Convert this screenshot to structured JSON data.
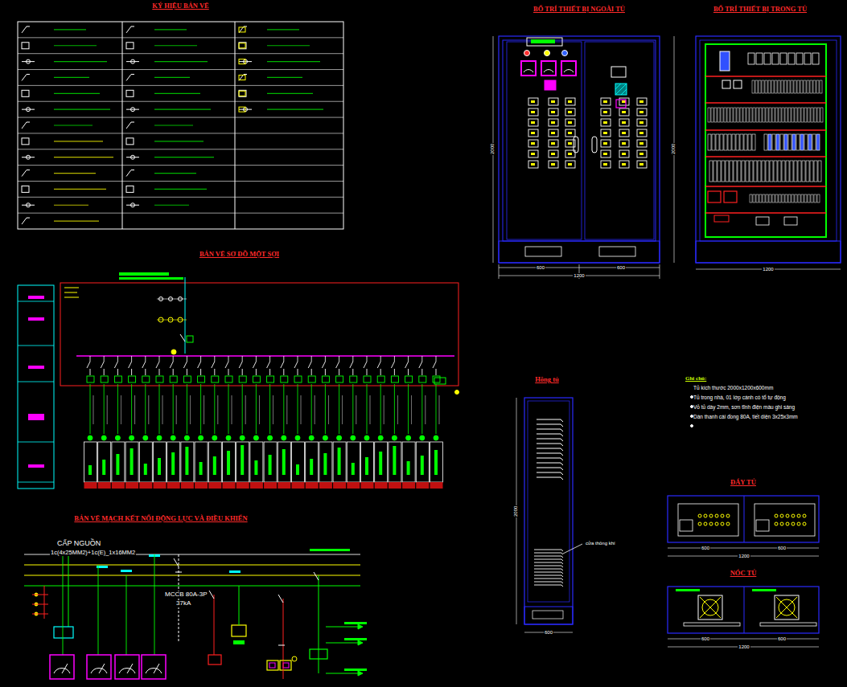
{
  "diagram": {
    "nodes": [
      {
        "text": [
          "KÝ HIỆU BẢN VẼ"
        ]
      },
      {
        "text": [
          "BỐ TRÍ THIẾT BỊ NGOÀI TỦ"
        ]
      },
      {
        "text": [
          "BỐ TRÍ THIẾT BỊ TRONG TỦ"
        ]
      },
      {
        "text": [
          "BẢN VẼ SƠ ĐỒ MỘT SỢI"
        ]
      },
      {
        "text": [
          "BẢN VẼ MẠCH KẾT NỐI ĐỘNG LỰC VÀ ĐIỀU KHIỂN"
        ]
      },
      {
        "text": [
          "Hông tủ"
        ]
      },
      {
        "text": [
          "ĐÁY TỦ"
        ]
      },
      {
        "text": [
          "NÓC TỦ"
        ]
      },
      {
        "text": [
          "Ghi chú:",
          "Tủ kích thước 2000x1200x600mm",
          "Tủ trong nhà, 01 lớp cánh có tổ tự động",
          "Vỏ tủ dày 2mm, sơn tĩnh điện màu ghi sáng",
          "Dàn thanh cái đồng 80A, tiết diện 3x25x3mm"
        ]
      }
    ],
    "labels": [
      "600",
      "600",
      "1200",
      "2000",
      "1200",
      "2000",
      "CẤP NGUỒN",
      "1c(4x25MM2)+1c(E)_1x16MM2",
      "MCCB 80A-3P",
      "37kA",
      "cửa thông khí",
      "600",
      "2000",
      "600",
      "600",
      "1200",
      "600",
      "600",
      "1200"
    ]
  }
}
